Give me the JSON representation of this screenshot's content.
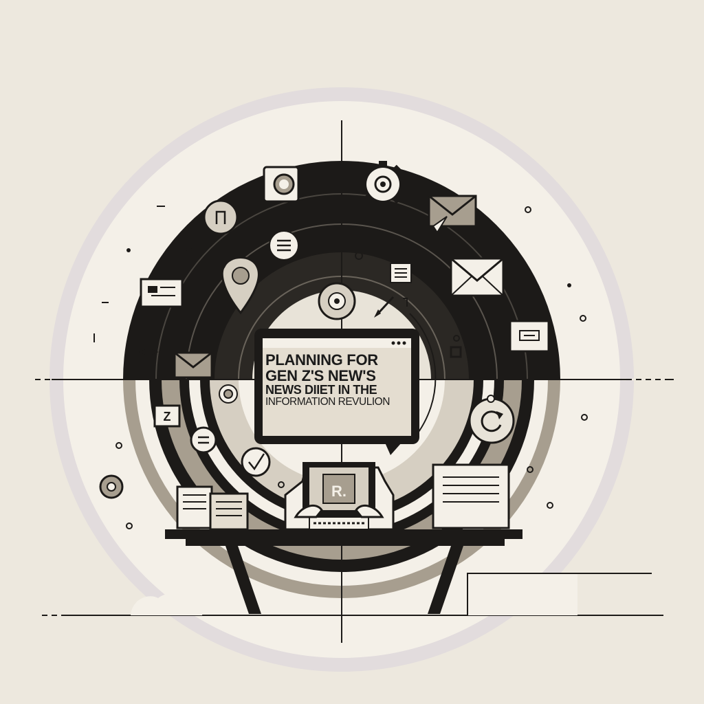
{
  "headline": {
    "line1": "PLANNING FOR",
    "line2": "GEN Z'S NEW'S",
    "line3": "NEWS DIIET IN THE",
    "line4": "INFORMATION REVULION"
  },
  "icons": {
    "letter_z": "Z",
    "tablet_letter": "R."
  },
  "colors": {
    "background": "#ede8de",
    "dark": "#1c1a18",
    "taupe": "#a79e8f",
    "light_taupe": "#d6cfc2",
    "purple_halo": "#cbbfd6"
  }
}
